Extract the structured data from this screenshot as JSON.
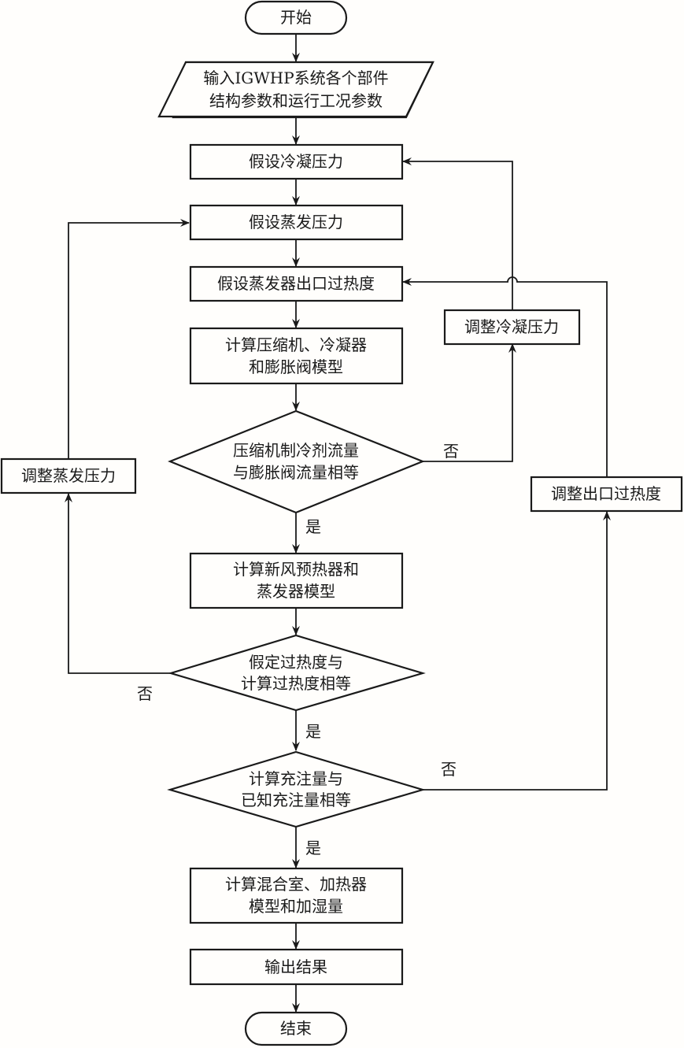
{
  "title": "IGWHP system simulation flowchart",
  "nodes": {
    "start": {
      "type": "terminal",
      "lines": [
        "开始"
      ]
    },
    "input": {
      "type": "io",
      "lines": [
        "输入IGWHP系统各个部件",
        "结构参数和运行工况参数"
      ]
    },
    "assume_cond": {
      "type": "process",
      "lines": [
        "假设冷凝压力"
      ]
    },
    "assume_evap": {
      "type": "process",
      "lines": [
        "假设蒸发压力"
      ]
    },
    "assume_superheat": {
      "type": "process",
      "lines": [
        "假设蒸发器出口过热度"
      ]
    },
    "calc_comp": {
      "type": "process",
      "lines": [
        "计算压缩机、冷凝器",
        "和膨胀阀模型"
      ]
    },
    "dec_flow": {
      "type": "decision",
      "lines": [
        "压缩机制冷剂流量",
        "与膨胀阀流量相等"
      ]
    },
    "calc_evap": {
      "type": "process",
      "lines": [
        "计算新风预热器和",
        "蒸发器模型"
      ]
    },
    "dec_superheat": {
      "type": "decision",
      "lines": [
        "假定过热度与",
        "计算过热度相等"
      ]
    },
    "dec_charge": {
      "type": "decision",
      "lines": [
        "计算充注量与",
        "已知充注量相等"
      ]
    },
    "calc_mix": {
      "type": "process",
      "lines": [
        "计算混合室、加热器",
        "模型和加湿量"
      ]
    },
    "output": {
      "type": "process",
      "lines": [
        "输出结果"
      ]
    },
    "end": {
      "type": "terminal",
      "lines": [
        "结束"
      ]
    },
    "adj_cond": {
      "type": "process",
      "lines": [
        "调整冷凝压力"
      ]
    },
    "adj_evap": {
      "type": "process",
      "lines": [
        "调整蒸发压力"
      ]
    },
    "adj_superheat": {
      "type": "process",
      "lines": [
        "调整出口过热度"
      ]
    }
  },
  "labels": {
    "flow_no": "否",
    "flow_yes": "是",
    "superheat_no": "否",
    "superheat_yes": "是",
    "charge_no": "否",
    "charge_yes": "是"
  },
  "edges": [
    {
      "from": "start",
      "to": "input"
    },
    {
      "from": "input",
      "to": "assume_cond"
    },
    {
      "from": "assume_cond",
      "to": "assume_evap"
    },
    {
      "from": "assume_evap",
      "to": "assume_superheat"
    },
    {
      "from": "assume_superheat",
      "to": "calc_comp"
    },
    {
      "from": "calc_comp",
      "to": "dec_flow"
    },
    {
      "from": "dec_flow",
      "to": "calc_evap",
      "label": "是"
    },
    {
      "from": "dec_flow",
      "to": "adj_cond",
      "label": "否"
    },
    {
      "from": "adj_cond",
      "to": "assume_cond"
    },
    {
      "from": "calc_evap",
      "to": "dec_superheat"
    },
    {
      "from": "dec_superheat",
      "to": "dec_charge",
      "label": "是"
    },
    {
      "from": "dec_superheat",
      "to": "adj_evap",
      "label": "否"
    },
    {
      "from": "adj_evap",
      "to": "assume_evap"
    },
    {
      "from": "dec_charge",
      "to": "calc_mix",
      "label": "是"
    },
    {
      "from": "dec_charge",
      "to": "adj_superheat",
      "label": "否"
    },
    {
      "from": "adj_superheat",
      "to": "assume_superheat"
    },
    {
      "from": "calc_mix",
      "to": "output"
    },
    {
      "from": "output",
      "to": "end"
    }
  ]
}
